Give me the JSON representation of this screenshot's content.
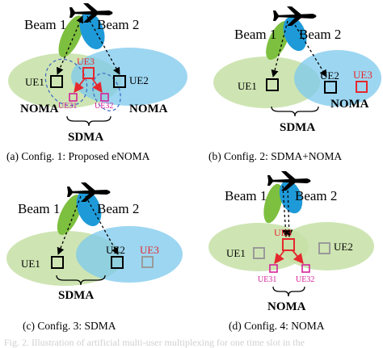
{
  "panels": [
    {
      "caption": "(a)  Config. 1: Proposed eNOMA",
      "beam1": "Beam 1",
      "beam2": "Beam 2",
      "ue1": "UE1",
      "ue2": "UE2",
      "ue3": "UE3",
      "ue31": "UE31",
      "ue32": "UE32",
      "noma_left": "NOMA",
      "noma_right": "NOMA",
      "sdma": "SDMA"
    },
    {
      "caption": "(b)  Config. 2:  SDMA+NOMA",
      "beam1": "Beam 1",
      "beam2": "Beam 2",
      "ue1": "UE1",
      "ue2": "UE2",
      "ue3": "UE3",
      "noma": "NOMA",
      "sdma": "SDMA"
    },
    {
      "caption": "(c)  Config. 3:  SDMA",
      "beam1": "Beam 1",
      "beam2": "Beam 2",
      "ue1": "UE1",
      "ue2": "UE2",
      "ue3": "UE3",
      "sdma": "SDMA"
    },
    {
      "caption": "(d)  Config. 4:  NOMA",
      "beam1": "Beam 1",
      "beam2": "Beam 2",
      "ue1": "UE1",
      "ue2": "UE2",
      "ue3": "UE3",
      "ue31": "UE31",
      "ue32": "UE32",
      "noma": "NOMA"
    }
  ],
  "footer": "Fig. 2. Illustration of artificial multi-user multiplexing for one time slot in the"
}
